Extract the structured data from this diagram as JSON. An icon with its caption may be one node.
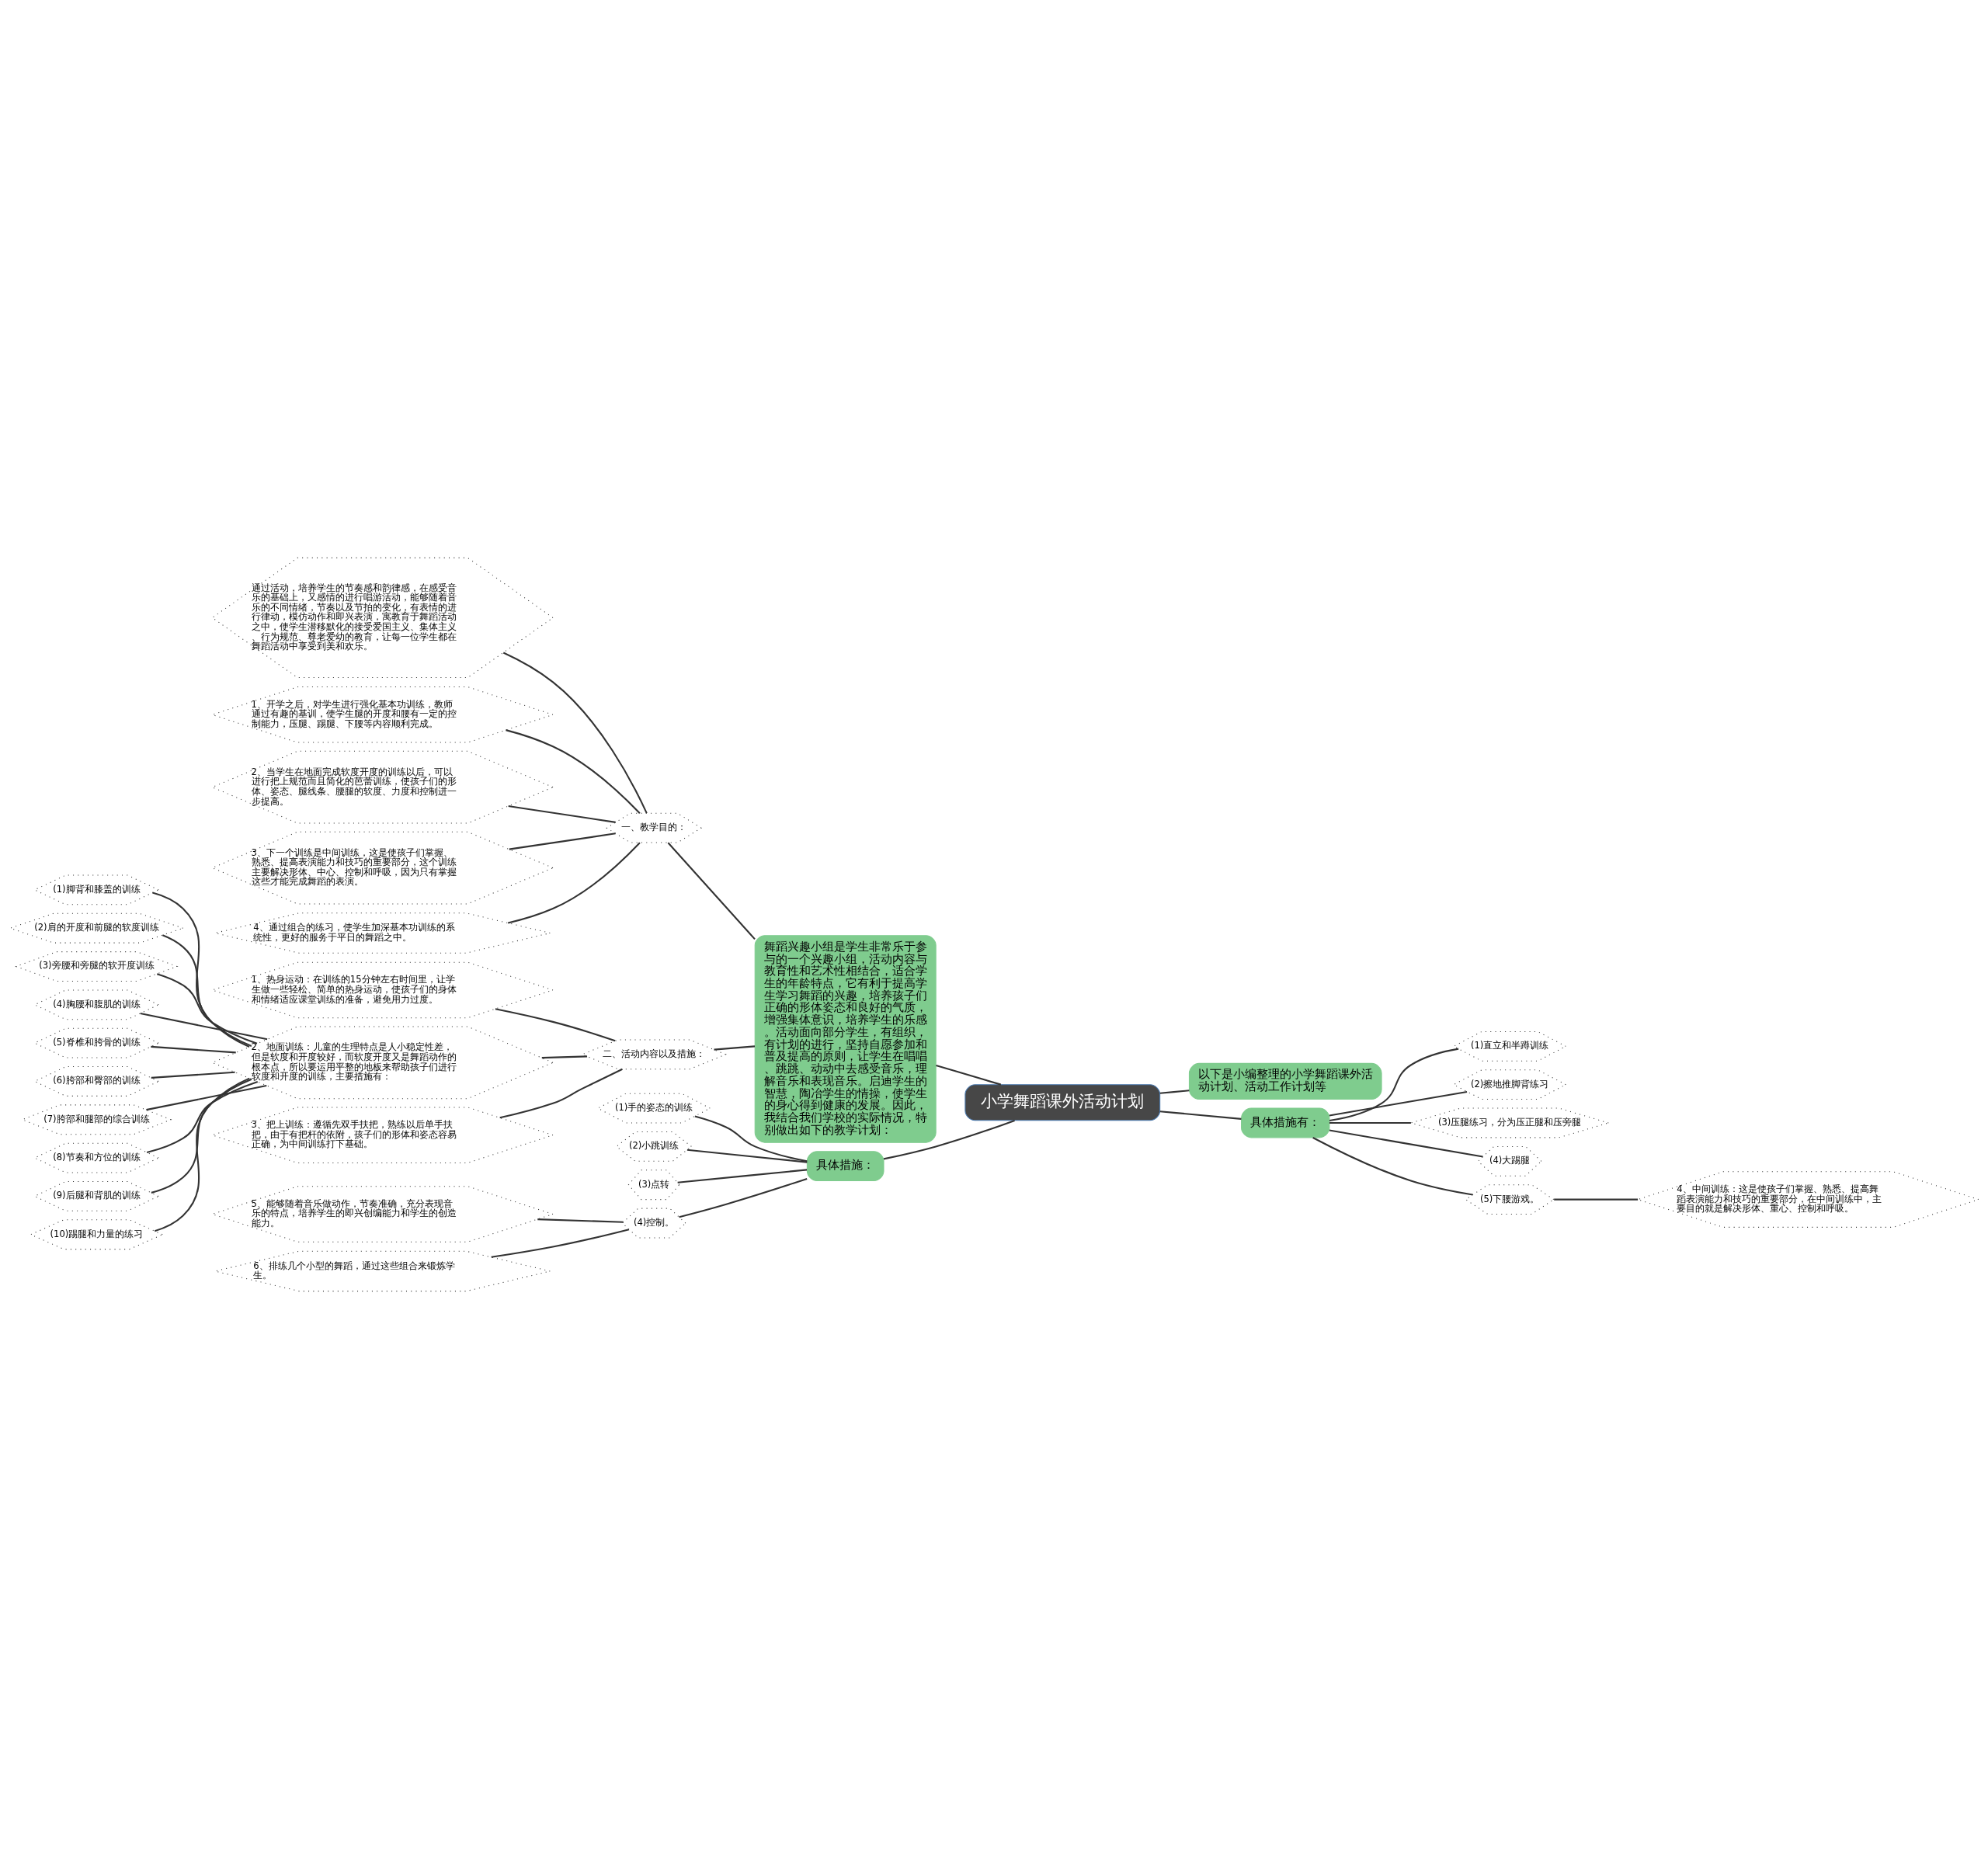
{
  "diagram": {
    "nodes": [
      {
        "text": [
          "小学舞蹈课外活动计划"
        ]
      },
      {
        "text": [
          "舞蹈兴趣小组是学生非常乐于参与的一个兴趣小组，活动内容与教育性和艺术性相结合，适合学生的年龄特点，它有利于提高学生学习舞蹈的兴趣，培养孩子们正确的形体姿态和良好的气质，增强集体意识，培养学生的乐感。活动面向部分学生，有组织，有计划的进行，坚持自愿参加和普及提高的原则，让学生在唱唱、跳跳、动动中去感受音乐，理解音乐和表现音乐。启迪学生的智慧，陶冶学生的情操，使学生的身心得到健康的发展。因此，我结合我们学校的实际情况，特别做出如下的教学计划："
        ]
      },
      {
        "text": [
          "一、教学目的："
        ]
      },
      {
        "text": [
          "通过活动，培养学生的节奏感和韵律感，在感受音乐的基础上，又感情的进行唱游活动，能够随着音乐的不同情绪，节奏以及节拍的变化，有表情的进行律动，模仿动作和即兴表演，寓教育于舞蹈活动之中，使学生潜移默化的接受爱国主义、集体主义、行为规范、尊老爱幼的教育，让每一位学生都在舞蹈活动中享受到美和欢乐。"
        ]
      },
      {
        "text": [
          "1、开学之后，对学生进行强化基本功训练，教师通过有趣的基训，使学生腿的开度和腰有一定的控制能力，压腿、踢腿、下腰等内容顺利完成。"
        ]
      },
      {
        "text": [
          "2、当学生在地面完成软度开度的训练以后，可以进行把上规范而且简化的芭蕾训练，使孩子们的形体、姿态、腿线条、腰腿的软度、力度和控制进一步提高。"
        ]
      },
      {
        "text": [
          "3、下一个训练是中间训练，这是使孩子们掌握、熟悉、提高表演能力和技巧的重要部分，这个训练主要解决形体、中心、控制和呼吸，因为只有掌握这些才能完成舞蹈的表演。"
        ]
      },
      {
        "text": [
          "4、通过组合的练习，使学生加深基本功训练的系统性，更好的服务于平日的舞蹈之中。"
        ]
      },
      {
        "text": [
          "二、活动内容以及措施："
        ]
      },
      {
        "text": [
          "1、热身运动：在训练的15分钟左右时间里，让学生做一些轻松、简单的热身运动，使孩子们的身体和情绪适应课堂训练的准备，避免用力过度。"
        ]
      },
      {
        "text": [
          "2、地面训练：儿童的生理特点是人小稳定性差，但是软度和开度较好，而软度开度又是舞蹈动作的根本点，所以要运用平整的地板来帮助孩子们进行软度和开度的训练，主要措施有："
        ]
      },
      {
        "text": [
          "(1)脚背和膝盖的训练"
        ]
      },
      {
        "text": [
          "(2)肩的开度和前腿的软度训练"
        ]
      },
      {
        "text": [
          "(3)旁腰和旁腿的软开度训练"
        ]
      },
      {
        "text": [
          "(4)胸腰和腹肌的训练"
        ]
      },
      {
        "text": [
          "(5)脊椎和胯骨的训练"
        ]
      },
      {
        "text": [
          "(6)胯部和臀部的训练"
        ]
      },
      {
        "text": [
          "(7)胯部和腿部的综合训练"
        ]
      },
      {
        "text": [
          "(8)节奏和方位的训练"
        ]
      },
      {
        "text": [
          "(9)后腿和背肌的训练"
        ]
      },
      {
        "text": [
          "(10)踢腿和力量的练习"
        ]
      },
      {
        "text": [
          "3、把上训练：遵循先双手扶把，熟练以后单手扶把，由于有把杆的依附，孩子们的形体和姿态容易正确，为中间训练打下基础。"
        ]
      },
      {
        "text": [
          "具体措施："
        ]
      },
      {
        "text": [
          "(1)手的姿态的训练"
        ]
      },
      {
        "text": [
          "(2)小跳训练"
        ]
      },
      {
        "text": [
          "(3)点转"
        ]
      },
      {
        "text": [
          "(4)控制。"
        ]
      },
      {
        "text": [
          "5、能够随着音乐做动作，节奏准确，充分表现音乐的特点，培养学生的即兴创编能力和学生的创造能力。"
        ]
      },
      {
        "text": [
          "6、排练几个小型的舞蹈，通过这些组合来锻炼学生。"
        ]
      },
      {
        "text": [
          "以下是小编整理的小学舞蹈课外活动计划、活动工作计划等"
        ]
      },
      {
        "text": [
          "具体措施有："
        ]
      },
      {
        "text": [
          "(1)直立和半蹲训练"
        ]
      },
      {
        "text": [
          "(2)擦地推脚背练习"
        ]
      },
      {
        "text": [
          "(3)压腿练习，分为压正腿和压旁腿"
        ]
      },
      {
        "text": [
          "(4)大踢腿"
        ]
      },
      {
        "text": [
          "(5)下腰游戏。"
        ]
      },
      {
        "text": [
          "4、中间训练：这是使孩子们掌握、熟悉、提高舞蹈表演能力和技巧的重要部分，在中间训练中，主要目的就是解决形体、重心、控制和呼吸。"
        ]
      }
    ],
    "edges": [
      {
        "from": 0,
        "to": 1,
        "arrow": "none"
      },
      {
        "from": 1,
        "to": 2,
        "arrow": "none"
      },
      {
        "from": 2,
        "to": 3,
        "arrow": "none"
      },
      {
        "from": 2,
        "to": 4,
        "arrow": "none"
      },
      {
        "from": 2,
        "to": 5,
        "arrow": "none"
      },
      {
        "from": 2,
        "to": 6,
        "arrow": "none"
      },
      {
        "from": 2,
        "to": 7,
        "arrow": "none"
      },
      {
        "from": 1,
        "to": 8,
        "arrow": "none"
      },
      {
        "from": 8,
        "to": 9,
        "arrow": "none"
      },
      {
        "from": 8,
        "to": 10,
        "arrow": "none"
      },
      {
        "from": 10,
        "to": 11,
        "arrow": "none"
      },
      {
        "from": 10,
        "to": 12,
        "arrow": "none"
      },
      {
        "from": 10,
        "to": 13,
        "arrow": "none"
      },
      {
        "from": 10,
        "to": 14,
        "arrow": "none"
      },
      {
        "from": 10,
        "to": 15,
        "arrow": "none"
      },
      {
        "from": 10,
        "to": 16,
        "arrow": "none"
      },
      {
        "from": 10,
        "to": 17,
        "arrow": "none"
      },
      {
        "from": 10,
        "to": 18,
        "arrow": "none"
      },
      {
        "from": 10,
        "to": 19,
        "arrow": "none"
      },
      {
        "from": 10,
        "to": 20,
        "arrow": "none"
      },
      {
        "from": 8,
        "to": 21,
        "arrow": "none"
      },
      {
        "from": 0,
        "to": 22,
        "arrow": "none"
      },
      {
        "from": 22,
        "to": 23,
        "arrow": "none"
      },
      {
        "from": 22,
        "to": 24,
        "arrow": "none"
      },
      {
        "from": 22,
        "to": 25,
        "arrow": "none"
      },
      {
        "from": 22,
        "to": 26,
        "arrow": "none"
      },
      {
        "from": 26,
        "to": 27,
        "arrow": "none"
      },
      {
        "from": 26,
        "to": 28,
        "arrow": "none"
      },
      {
        "from": 0,
        "to": 29,
        "arrow": "none"
      },
      {
        "from": 0,
        "to": 30,
        "arrow": "none"
      },
      {
        "from": 30,
        "to": 31,
        "arrow": "none"
      },
      {
        "from": 30,
        "to": 32,
        "arrow": "none"
      },
      {
        "from": 30,
        "to": 33,
        "arrow": "none"
      },
      {
        "from": 30,
        "to": 34,
        "arrow": "none"
      },
      {
        "from": 30,
        "to": 35,
        "arrow": "none"
      },
      {
        "from": 35,
        "to": 36,
        "arrow": "none"
      }
    ]
  }
}
